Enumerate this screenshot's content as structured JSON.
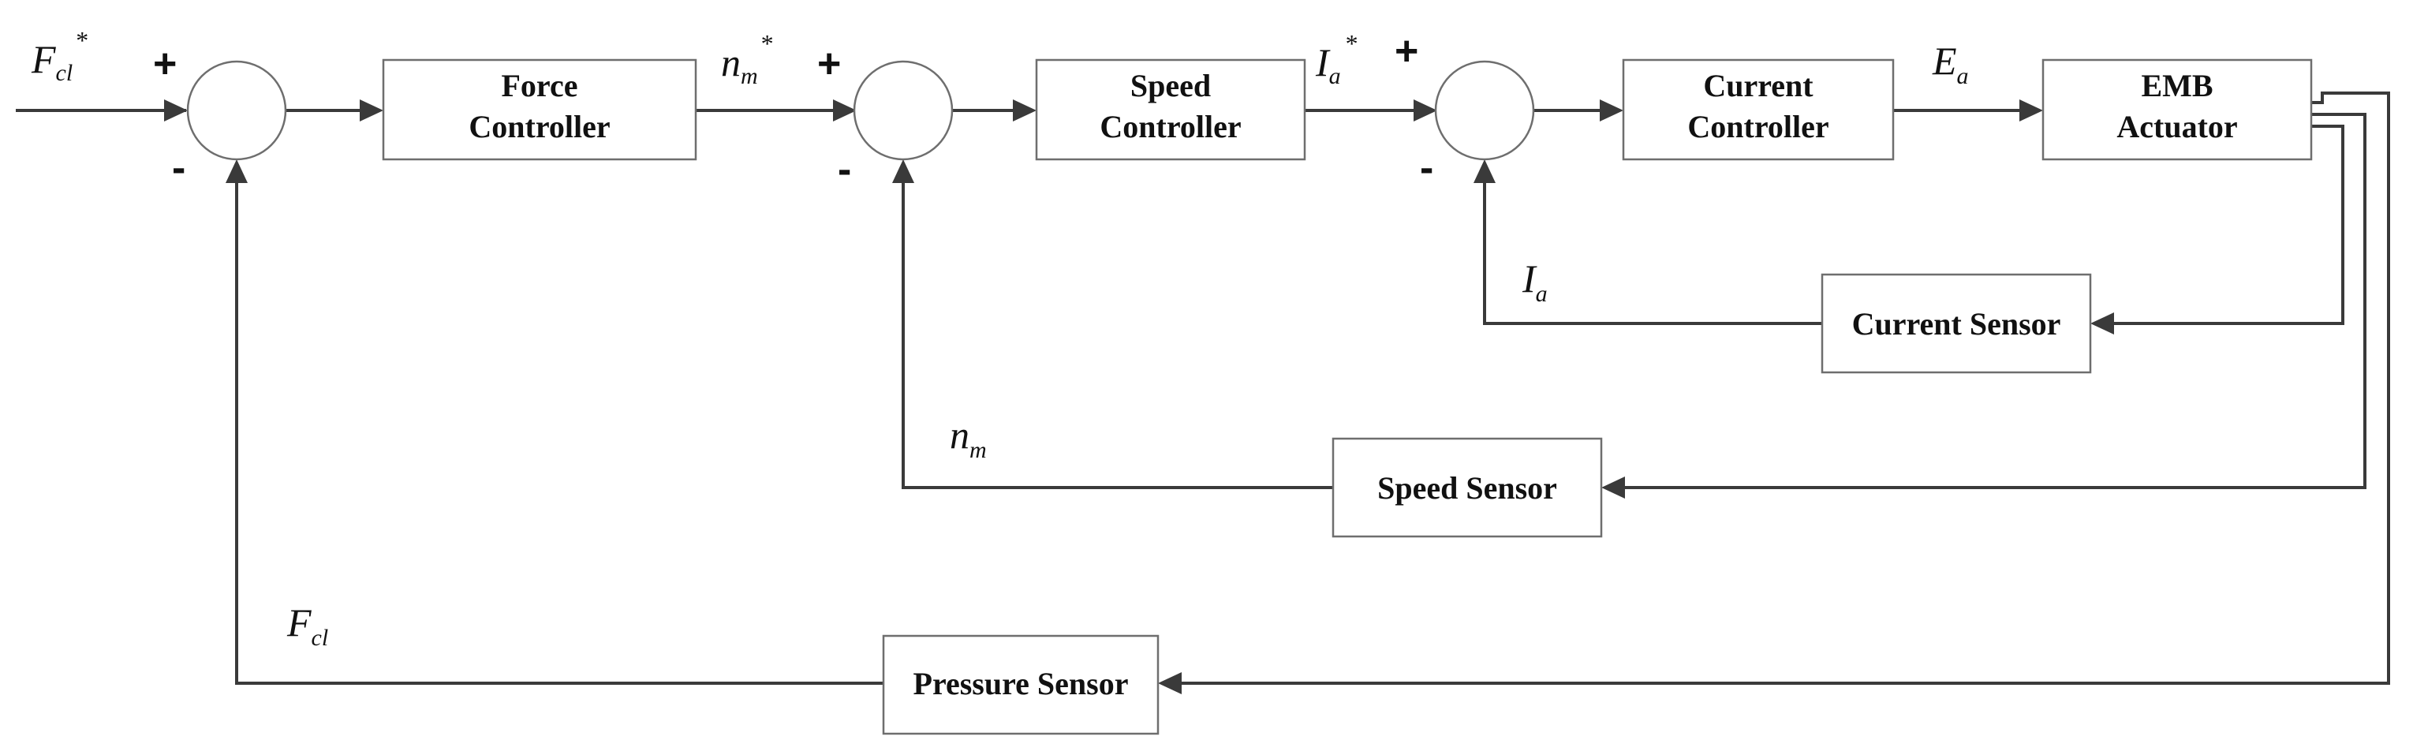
{
  "blocks": {
    "force_controller": [
      "Force",
      "Controller"
    ],
    "speed_controller": [
      "Speed",
      "Controller"
    ],
    "current_controller": [
      "Current",
      "Controller"
    ],
    "emb_actuator": [
      "EMB",
      "Actuator"
    ],
    "current_sensor": "Current Sensor",
    "speed_sensor": "Speed Sensor",
    "pressure_sensor": "Pressure Sensor"
  },
  "signals": {
    "force_ref": {
      "main": "F",
      "sub": "cl",
      "sup": "*"
    },
    "speed_ref": {
      "main": "n",
      "sub": "m",
      "sup": "*"
    },
    "current_ref": {
      "main": "I",
      "sub": "a",
      "sup": "*"
    },
    "voltage": {
      "main": "E",
      "sub": "a"
    },
    "current_fb": {
      "main": "I",
      "sub": "a"
    },
    "speed_fb": {
      "main": "n",
      "sub": "m"
    },
    "force_fb": {
      "main": "F",
      "sub": "cl"
    }
  },
  "signs": {
    "plus": "+",
    "minus": "-"
  }
}
